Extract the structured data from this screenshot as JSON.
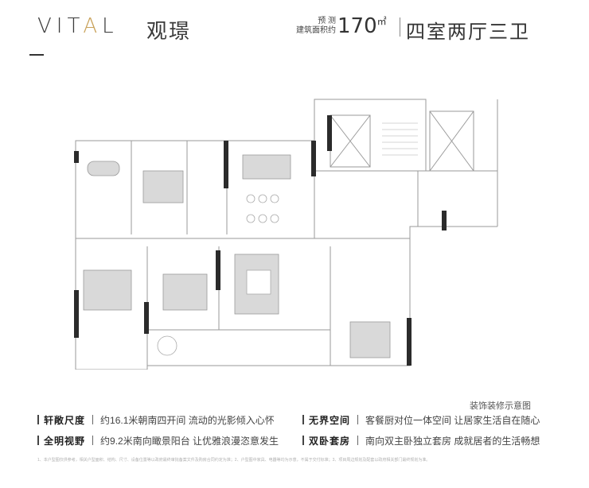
{
  "brand": {
    "logo_prefix": "VIT",
    "logo_accent": "A",
    "logo_suffix": "L",
    "project_name": "观璟",
    "accent_color": "#c9a25a"
  },
  "area": {
    "line1": "预 测",
    "line2": "建筑面积约",
    "value": "170",
    "unit": "㎡",
    "layout_type": "四室两厅三卫"
  },
  "floorplan": {
    "caption": "装饰装修示意图"
  },
  "features": [
    {
      "title": "轩敞尺度",
      "desc": "约16.1米朝南四开间 流动的光影倾入心怀"
    },
    {
      "title": "无界空间",
      "desc": "客餐厨对位一体空间 让居家生活自在随心"
    },
    {
      "title": "全明视野",
      "desc": "约9.2米南向瞰景阳台 让优雅浪漫恣意发生"
    },
    {
      "title": "双卧套房",
      "desc": "南向双主卧独立套房 成就居者的生活畅想"
    }
  ],
  "disclaimer": "1、本户型图仅供参考，相关户型面积、结构、尺寸、设备位置等以政府最终审批备案文件及购房合同约定为准；2、户型图中家具、电器等均为示意，不属于交付标准；3、项目周边规划及配套以政府相关部门最终规划为准。"
}
